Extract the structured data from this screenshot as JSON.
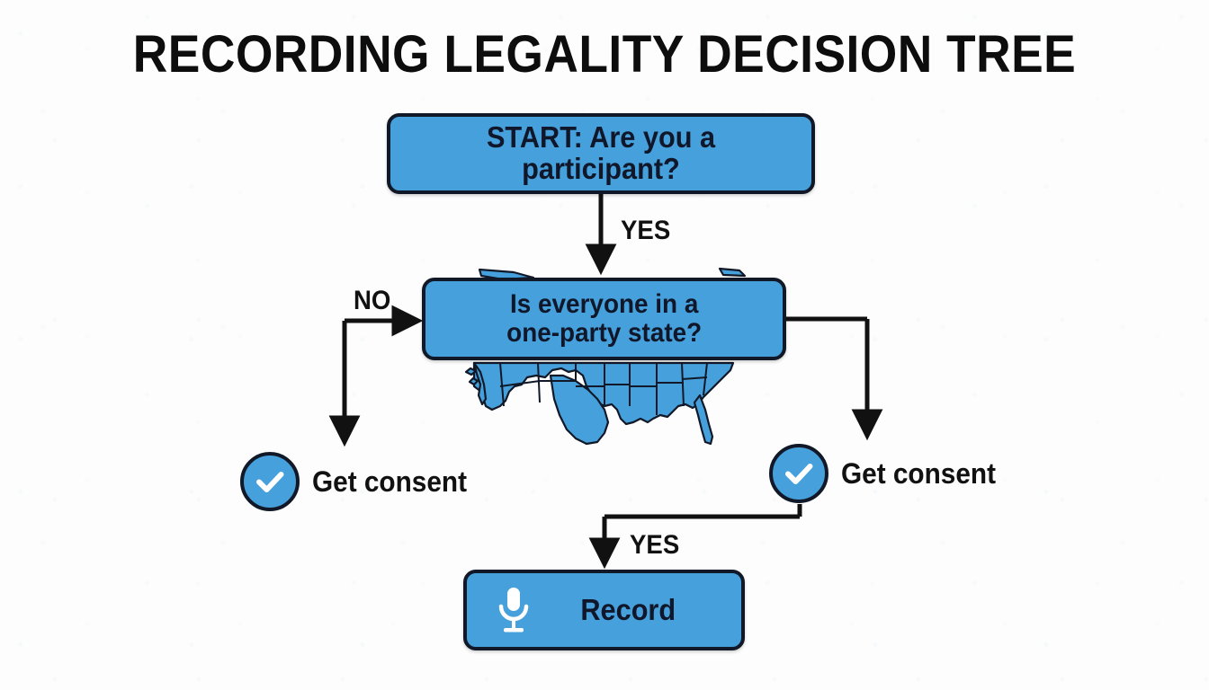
{
  "page": {
    "title": "RECORDING LEGALITY DECISION TREE",
    "background_color": "#fdfdfd"
  },
  "theme": {
    "node_fill": "#46a0db",
    "node_border": "#111827",
    "node_text": "#10172a",
    "label_text": "#111111",
    "check_mark": "#ffffff",
    "map_fill": "#46a0db",
    "map_stroke": "#111827"
  },
  "nodes": {
    "start": {
      "label": "START: Are you a participant?",
      "type": "decision"
    },
    "one_party": {
      "line1": "Is everyone in a",
      "line2": "one-party state?",
      "type": "decision"
    },
    "consent_left": {
      "label": "Get consent",
      "icon": "check-circle-icon"
    },
    "consent_right": {
      "label": "Get consent",
      "icon": "check-circle-icon"
    },
    "record": {
      "label": "Record",
      "icon": "microphone-icon",
      "type": "action"
    }
  },
  "edges": {
    "start_to_oneparty": "YES",
    "no_branch": "NO",
    "consent_to_record": "YES"
  },
  "decoration": {
    "map": "united-states-map"
  }
}
